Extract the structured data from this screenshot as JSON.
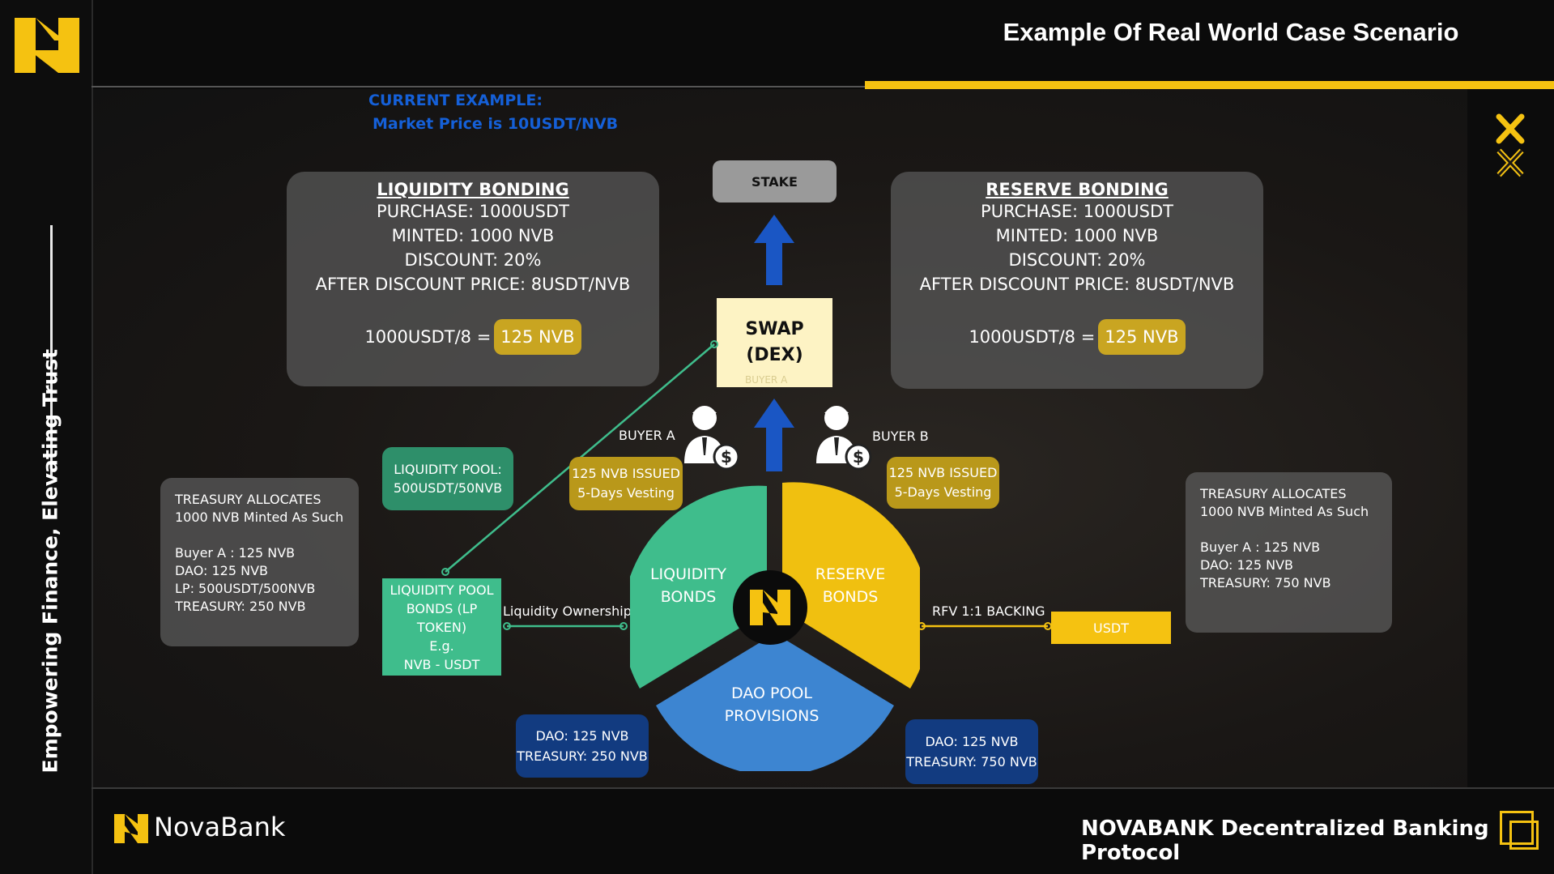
{
  "header": {
    "title": "Example Of Real World Case Scenario"
  },
  "sidebar": {
    "tagline": "Empowering Finance, Elevating Trust"
  },
  "current_example": {
    "line1": "CURRENT EXAMPLE:",
    "line2": "Market Price is 10USDT/NVB"
  },
  "liquidity_bonding": {
    "title": "LIQUIDITY BONDING",
    "lines": [
      "PURCHASE: 1000USDT",
      "MINTED: 1000 NVB",
      "DISCOUNT: 20%",
      "AFTER DISCOUNT PRICE: 8USDT/NVB"
    ],
    "calc": "1000USDT/8 =",
    "result": "125 NVB"
  },
  "reserve_bonding": {
    "title": "RESERVE BONDING",
    "lines": [
      "PURCHASE: 1000USDT",
      "MINTED: 1000 NVB",
      "DISCOUNT: 20%",
      "AFTER DISCOUNT PRICE: 8USDT/NVB"
    ],
    "calc": "1000USDT/8 =",
    "result": "125 NVB"
  },
  "stake": {
    "label": "STAKE"
  },
  "swap": {
    "line1": "SWAP",
    "line2": "(DEX)",
    "ghost": "BUYER A"
  },
  "buyer_a": {
    "label": "BUYER A",
    "note1": "125 NVB ISSUED",
    "note2": "5-Days Vesting"
  },
  "buyer_b": {
    "label": "BUYER B",
    "note1": "125 NVB ISSUED",
    "note2": "5-Days Vesting"
  },
  "liquidity_pool": {
    "line1": "LIQUIDITY POOL:",
    "line2": "500USDT/50NVB"
  },
  "lp_bonds": {
    "lines": [
      "LIQUIDITY POOL",
      "BONDS (LP",
      "TOKEN)",
      "E.g.",
      "NVB - USDT"
    ]
  },
  "liquidity_ownership": "Liquidity Ownership",
  "rfv_backing": "RFV 1:1 BACKING",
  "usdt": "USDT",
  "treasury_left": {
    "lines": [
      "TREASURY ALLOCATES",
      "1000 NVB Minted As Such",
      "",
      "Buyer A : 125 NVB",
      "DAO: 125 NVB",
      "LP: 500USDT/500NVB",
      "TREASURY: 250 NVB"
    ]
  },
  "treasury_right": {
    "lines": [
      "TREASURY ALLOCATES",
      "1000 NVB Minted As Such",
      "",
      "Buyer A : 125 NVB",
      "DAO: 125 NVB",
      "TREASURY: 750 NVB"
    ]
  },
  "pie": {
    "liquidity": [
      "LIQUIDITY",
      "BONDS"
    ],
    "reserve": [
      "RESERVE",
      "BONDS"
    ],
    "dao": [
      "DAO POOL",
      "PROVISIONS"
    ]
  },
  "dao_left": {
    "line1": "DAO: 125 NVB",
    "line2": "TREASURY: 250 NVB"
  },
  "dao_right": {
    "line1": "DAO: 125 NVB",
    "line2": "TREASURY: 750 NVB"
  },
  "footer": {
    "brand": "NovaBank",
    "protocol": "NOVABANK  Decentralized Banking Protocol"
  },
  "colors": {
    "accent": "#f5c211",
    "green": "#3fbd8c",
    "blue": "#3d85d1",
    "navy": "#123b80",
    "arrow": "#1a56c4"
  }
}
